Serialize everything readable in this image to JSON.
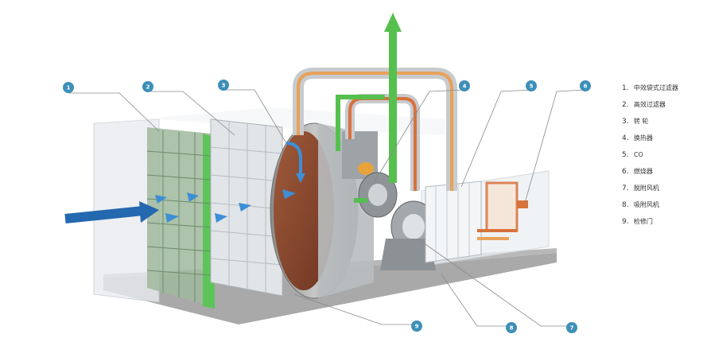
{
  "callouts": [
    {
      "n": "1"
    },
    {
      "n": "2"
    },
    {
      "n": "3"
    },
    {
      "n": "4"
    },
    {
      "n": "5"
    },
    {
      "n": "6"
    },
    {
      "n": "7"
    },
    {
      "n": "8"
    },
    {
      "n": "9"
    }
  ],
  "legend": [
    {
      "num": "1.",
      "label": "中效袋式过滤器"
    },
    {
      "num": "2.",
      "label": "高效过滤器"
    },
    {
      "num": "3.",
      "label": "转 轮"
    },
    {
      "num": "4.",
      "label": "换热器"
    },
    {
      "num": "5.",
      "label": "CO"
    },
    {
      "num": "6.",
      "label": "燃烧器"
    },
    {
      "num": "7.",
      "label": "脱附风机"
    },
    {
      "num": "8.",
      "label": "吸附风机"
    },
    {
      "num": "9.",
      "label": "检修门"
    }
  ],
  "colors": {
    "callout_badge": "#3d8fb8",
    "inflow_arrow": "#2468b0",
    "exhaust_arrow": "#56c04e",
    "hot_duct": "#e8a15a",
    "warm_duct": "#d9713c",
    "filter_green": "#5dc45a",
    "base_plate": "#9a9a9a"
  }
}
